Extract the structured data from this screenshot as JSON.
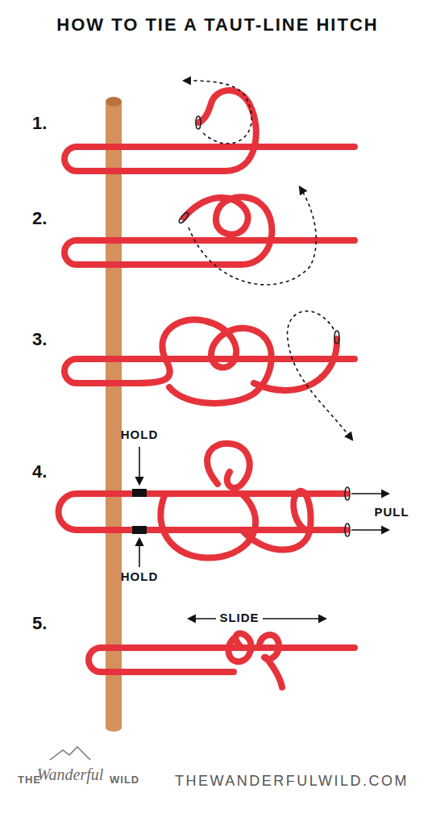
{
  "diagram": {
    "title": "HOW TO TIE A TAUT-LINE HITCH",
    "labels": [
      "1.",
      "2.",
      "3.",
      "4.",
      "HOLD",
      "PULL",
      "HOLD",
      "5.",
      "SLIDE",
      "THE",
      "Wanderful",
      "WILD",
      "THEWANDERFULWILD.COM"
    ]
  }
}
